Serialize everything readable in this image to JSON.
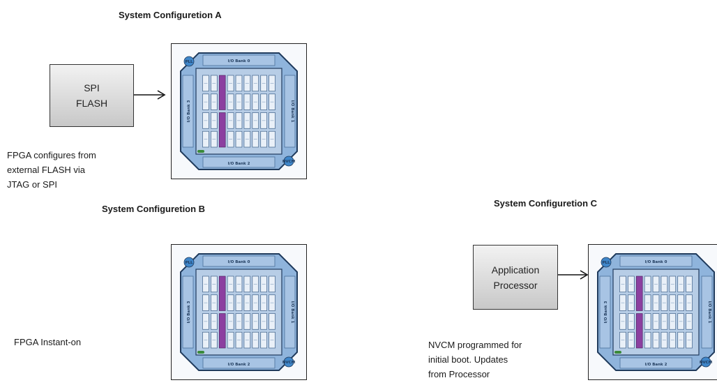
{
  "configs": [
    {
      "title": "System Configuretion  A",
      "source_box": "SPI\nFLASH",
      "caption": "FPGA configures from\nexternal  FLASH via\nJTAG or SPI"
    },
    {
      "title": "System  Configuretion  B",
      "caption": "FPGA  Instant-on"
    },
    {
      "title": "System  Configuretion  C",
      "source_box": "Application\nProcessor",
      "caption": "NVCM programmed  for\ninitial boot.  Updates\nfrom  Processor"
    }
  ],
  "fpga_labels": {
    "bank_top": "I/O Bank 0",
    "bank_bottom": "I/O Bank 2",
    "bank_left": "I/O Bank 3",
    "bank_right": "I/O Bank 1",
    "pll": "PLL",
    "nvcm": "NVCM"
  },
  "colors": {
    "fpga_outer": "#8fb4dc",
    "fpga_core": "#b7cde6",
    "fpga_border": "#1f3a5c",
    "ram_block": "#8c3fa0",
    "logic_cell": "#e9f0f8",
    "box_fill": "#dcdcdc"
  }
}
